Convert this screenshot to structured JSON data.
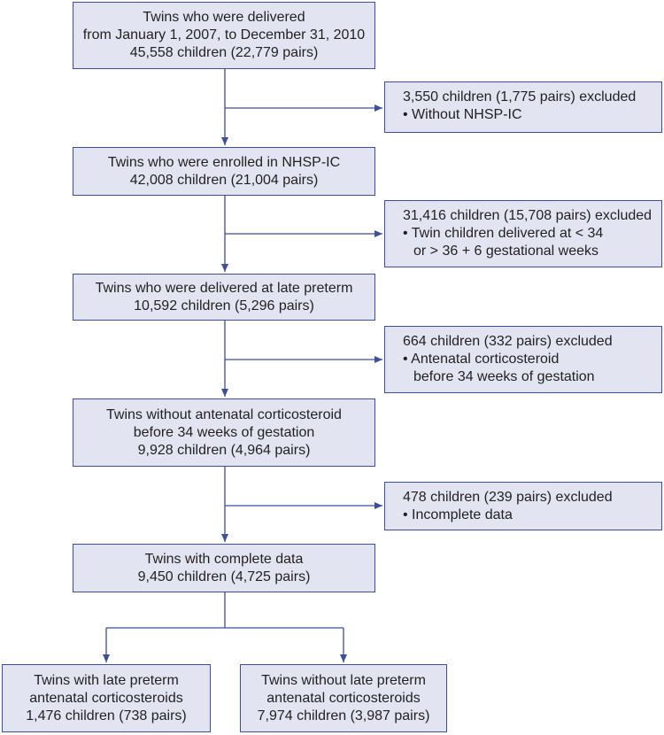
{
  "colors": {
    "box_fill": "#e2e5f1",
    "box_border": "#3d4f97",
    "arrow": "#3d4f97",
    "text": "#231f20"
  },
  "main_boxes": {
    "delivered": {
      "lines": [
        "Twins who were delivered",
        "from January 1, 2007, to December 31, 2010",
        "45,558 children (22,779 pairs)"
      ]
    },
    "enrolled": {
      "lines": [
        "Twins who were enrolled in NHSP-IC",
        "42,008 children (21,004 pairs)"
      ]
    },
    "late_preterm": {
      "lines": [
        "Twins who were delivered at late preterm",
        "10,592 children (5,296 pairs)"
      ]
    },
    "without_acs_before_34": {
      "lines": [
        "Twins without antenatal corticosteroid",
        "before 34 weeks of gestation",
        "9,928 children (4,964 pairs)"
      ]
    },
    "complete_data": {
      "lines": [
        "Twins with complete data",
        "9,450 children (4,725 pairs)"
      ]
    }
  },
  "exclusion_boxes": {
    "without_nhsp": {
      "heading": "3,550 children (1,775 pairs) excluded",
      "bullet": "• Without NHSP-IC"
    },
    "gestational_weeks": {
      "heading": "31,416 children (15,708 pairs) excluded",
      "bullet": "• Twin children delivered at < 34",
      "continuation": "or > 36 + 6 gestational weeks"
    },
    "acs_before_34": {
      "heading": "664 children (332 pairs) excluded",
      "bullet": "• Antenatal corticosteroid",
      "continuation": "before 34 weeks of gestation"
    },
    "incomplete": {
      "heading": "478 children (239 pairs) excluded",
      "bullet": "• Incomplete data"
    }
  },
  "outcome_boxes": {
    "with_late_preterm_acs": {
      "lines": [
        "Twins with late preterm",
        "antenatal corticosteroids",
        "1,476 children (738 pairs)"
      ]
    },
    "without_late_preterm_acs": {
      "lines": [
        "Twins without late preterm",
        "antenatal corticosteroids",
        "7,974 children (3,987 pairs)"
      ]
    }
  }
}
